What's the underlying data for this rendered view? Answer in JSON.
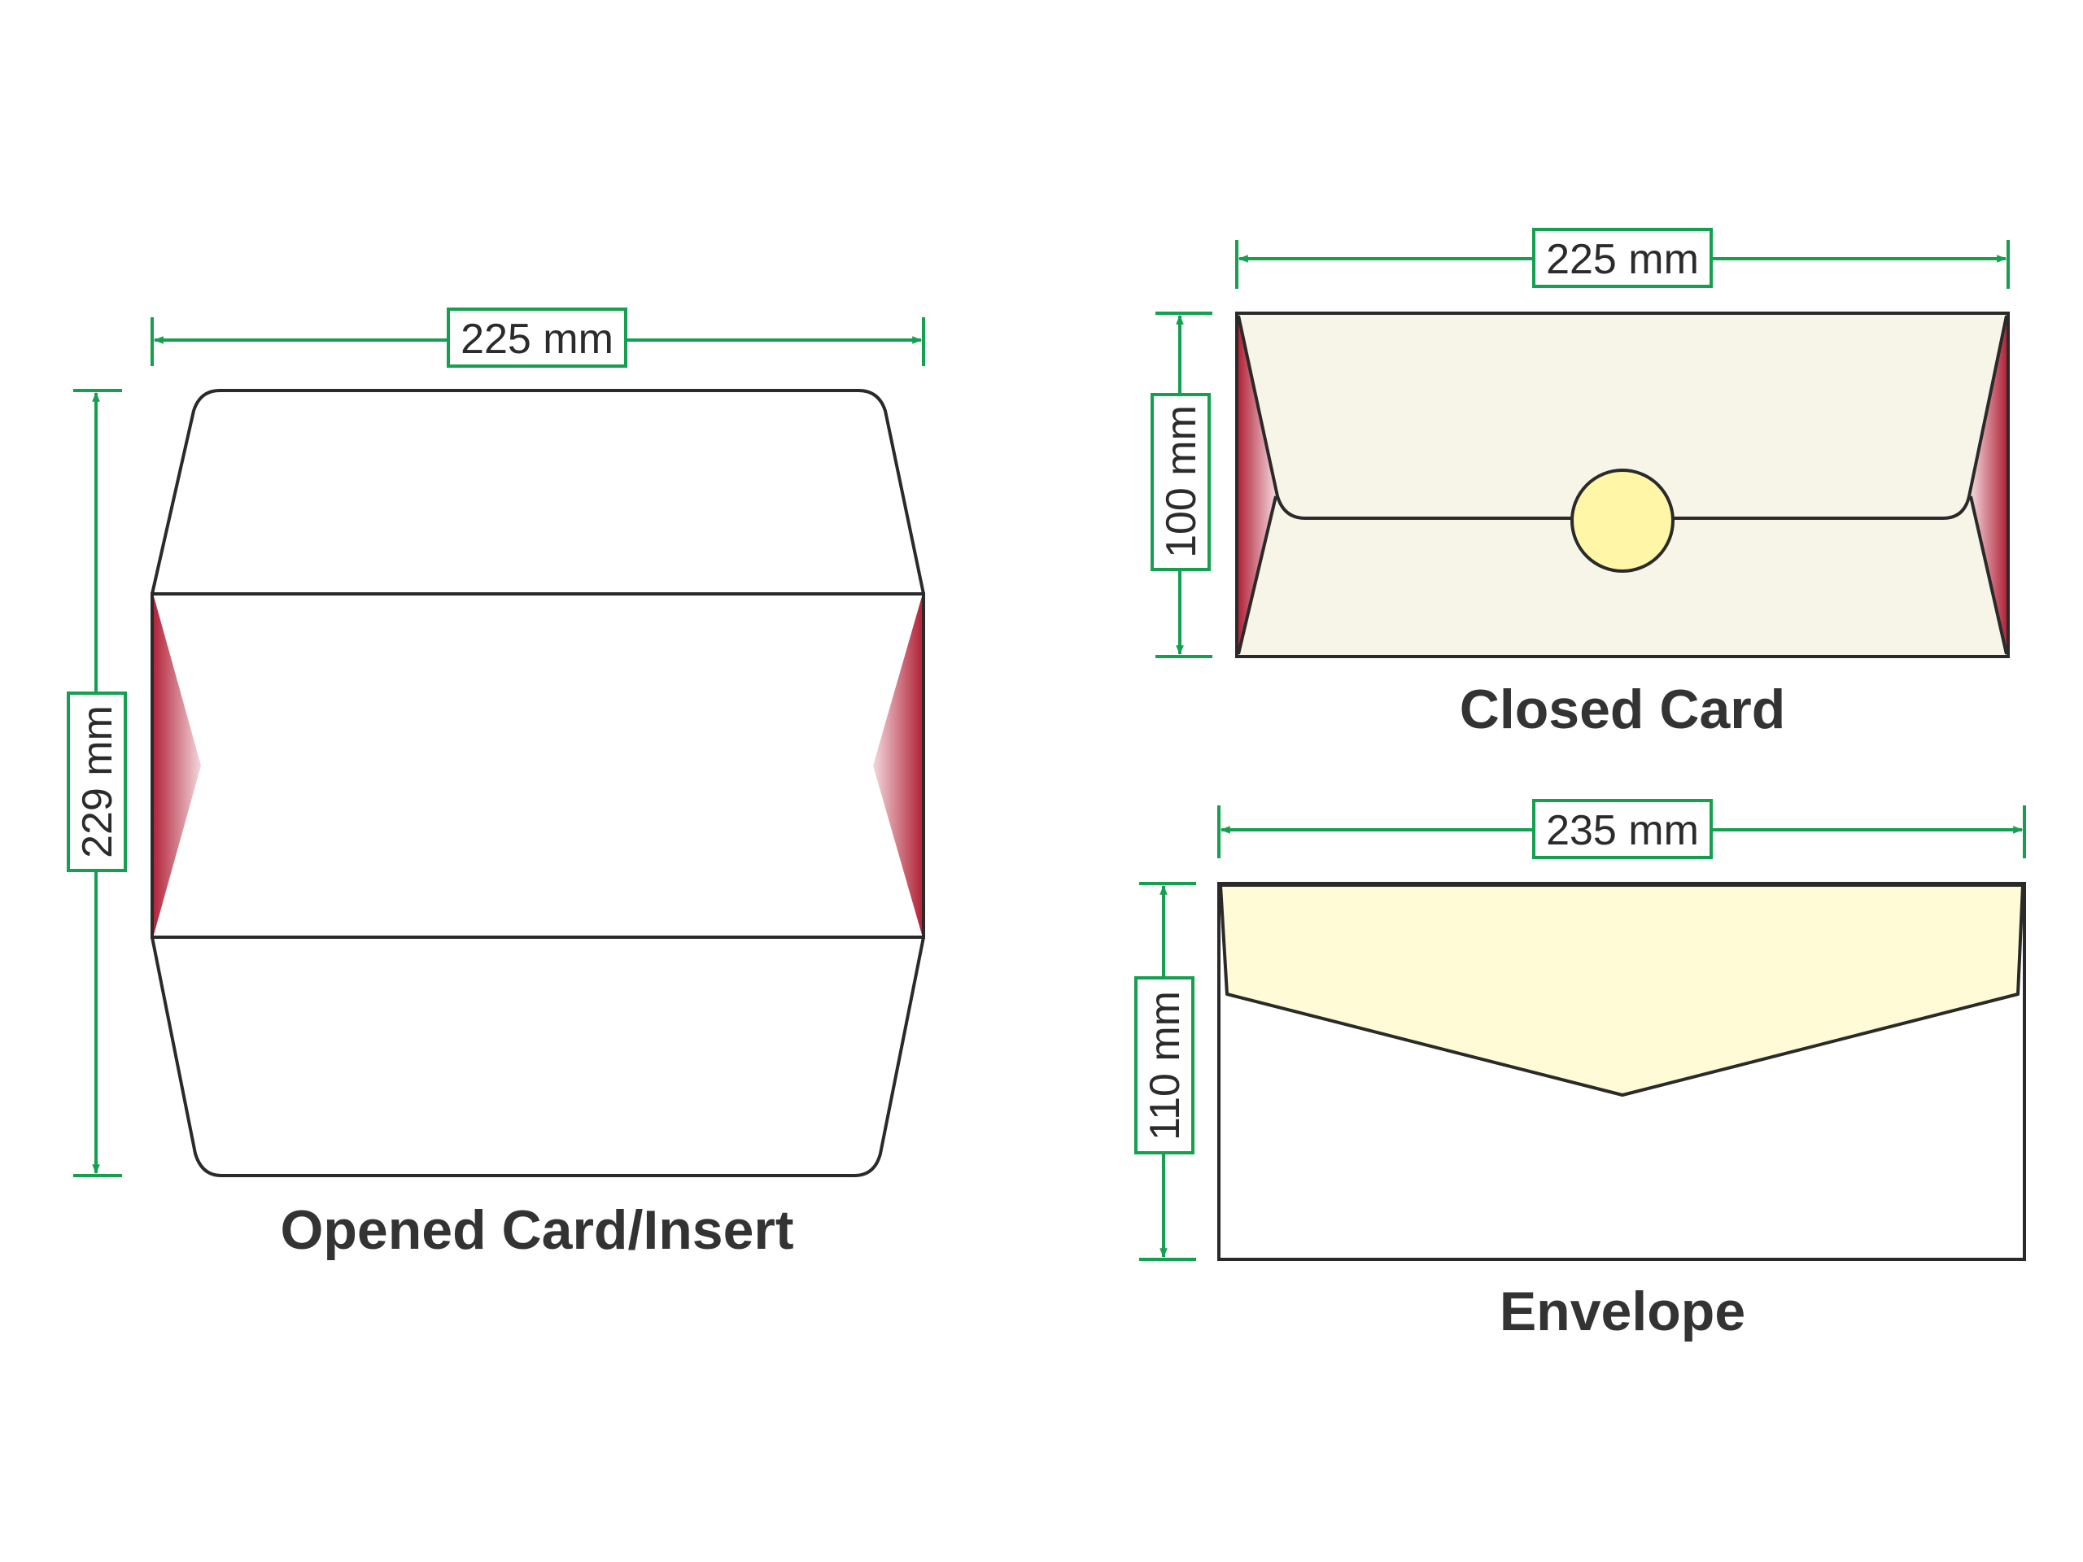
{
  "colors": {
    "dimension": "#14a04e",
    "outline": "#2a2a2a",
    "flap_red": "#b2243a",
    "closed_card_fill": "#f6f5e8",
    "seal_fill": "#fff6a8",
    "envelope_flap_fill": "#fffbd6"
  },
  "opened_card": {
    "title": "Opened Card/Insert",
    "width_label": "225 mm",
    "height_label": "229 mm"
  },
  "closed_card": {
    "title": "Closed Card",
    "width_label": "225 mm",
    "height_label": "100 mm"
  },
  "envelope": {
    "title": "Envelope",
    "width_label": "235 mm",
    "height_label": "110 mm"
  }
}
